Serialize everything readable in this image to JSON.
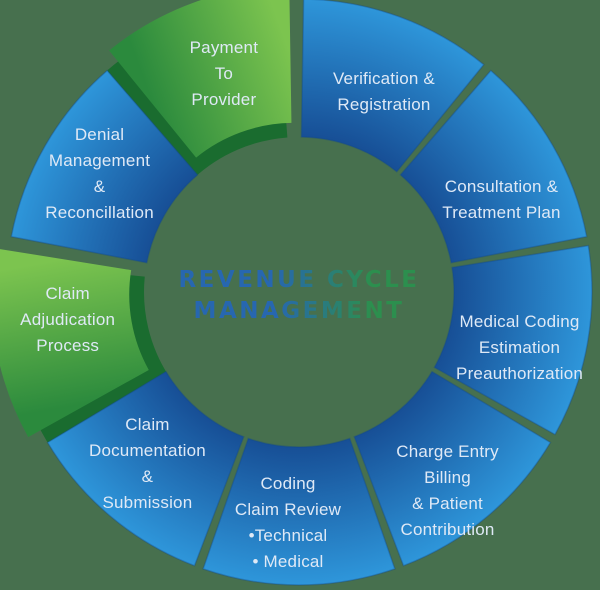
{
  "title": {
    "line1": "REVENUE CYCLE",
    "line2": "MANAGEMENT"
  },
  "colors": {
    "background": "#47704e",
    "blue_light": "#2e96da",
    "blue_dark": "#174f96",
    "blue_edge": "#12498a",
    "green_light": "#7cc44f",
    "green_dark": "#2b8a3d",
    "green_shadow": "#1a6c2f",
    "label_text": "#dfe9f6",
    "title_blue": "#2767b0",
    "title_green": "#2c8f4e"
  },
  "chart_data": {
    "type": "pie",
    "title": "REVENUE CYCLE MANAGEMENT",
    "segment_angle_deg": 40,
    "legend_position": "none",
    "segments": [
      {
        "label": "Verification & Registration",
        "lines": [
          "Verification &",
          "Registration"
        ],
        "palette": "blue",
        "exploded": false,
        "value": 1
      },
      {
        "label": "Consultation & Treatment Plan",
        "lines": [
          "Consultation &",
          "Treatment Plan"
        ],
        "palette": "blue",
        "exploded": false,
        "value": 1
      },
      {
        "label": "Medical Coding Estimation Preauthorization",
        "lines": [
          "Medical Coding",
          "Estimation",
          "Preauthorization"
        ],
        "palette": "blue",
        "exploded": false,
        "value": 1
      },
      {
        "label": "Charge Entry Billing & Patient Contribution",
        "lines": [
          "Charge Entry",
          "Billing",
          "& Patient",
          "Contribution"
        ],
        "palette": "blue",
        "exploded": false,
        "value": 1
      },
      {
        "label": "Coding Claim Review Technical Medical",
        "lines": [
          "Coding",
          "Claim Review",
          "•Technical",
          "• Medical"
        ],
        "palette": "blue",
        "exploded": false,
        "value": 1
      },
      {
        "label": "Claim Documentation & Submission",
        "lines": [
          "Claim",
          "Documentation",
          "&",
          "Submission"
        ],
        "palette": "blue",
        "exploded": false,
        "value": 1
      },
      {
        "label": "Claim Adjudication Process",
        "lines": [
          "Claim",
          "Adjudication",
          "Process"
        ],
        "palette": "green",
        "exploded": true,
        "value": 1
      },
      {
        "label": "Denial Management & Reconcillation",
        "lines": [
          "Denial",
          "Management",
          "&",
          "Reconcillation"
        ],
        "palette": "blue",
        "exploded": false,
        "value": 1
      },
      {
        "label": "Payment To Provider",
        "lines": [
          "Payment",
          "To",
          "Provider"
        ],
        "palette": "green",
        "exploded": true,
        "value": 1
      }
    ]
  }
}
